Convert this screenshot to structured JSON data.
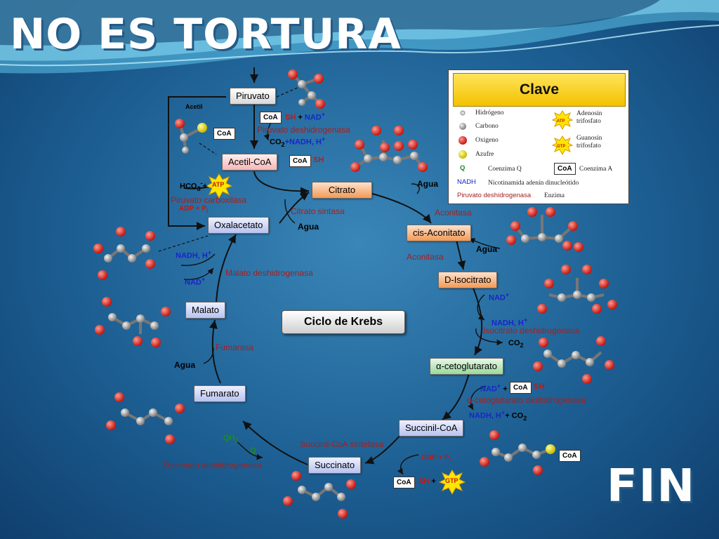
{
  "slide": {
    "title": "NO ES TORTURA",
    "end_text": "FIN"
  },
  "cycle": {
    "name": "Ciclo de Krebs",
    "metabolites": {
      "piruvato": "Piruvato",
      "acetil_coa": "Acetil-CoA",
      "citrato": "Citrato",
      "cis_aconitato": "cis-Aconitato",
      "d_isocitrato": "D-Isocitrato",
      "alfa_cetoglutarato": "α-cetoglutarato",
      "succinil_coa": "Succinil-CoA",
      "succinato": "Succinato",
      "fumarato": "Fumarato",
      "malato": "Malato",
      "oxalacetato": "Oxalacetato"
    },
    "enzymes": {
      "piruvato_deshidrogenasa": "Piruvato deshidrogenasa",
      "piruvato_carboxilasa": "Piruvato carboxilasa",
      "citrato_sintasa": "Citrato sintasa",
      "aconitasa_1": "Aconitasa",
      "aconitasa_2": "Aconitasa",
      "isocitrato_deshidrogenasa": "Isocitrato deshidrogenasa",
      "cetoglutarato_deshidrogenasa": "α-cetoglutarato deshidrogenasa",
      "succinil_coa_sintetasa": "Succinil-CoA sintetasa",
      "succinato_deshidrogenasa": "Succinato deshidrogenasa",
      "fumarasa": "Fumarasa",
      "malato_deshidrogenasa": "Malato deshidrogenasa"
    },
    "cofactors": {
      "acetil": "Acetil",
      "coa": "CoA",
      "sh_nad": "SH + NAD",
      "sh": "SH",
      "sh_plus": "SH +",
      "co2_nadh": "CO",
      "nadh_h": "+NADH, H",
      "hco3": "HCO",
      "plus": "+",
      "atp": "ATP",
      "gtp": "GTP",
      "adp_pi": "ADP + P",
      "agua": "Agua",
      "nad": "NAD",
      "nadh": "NADH, H",
      "co2": "CO",
      "gdp_pi": "GDP + P",
      "qh2": "QH",
      "q": "Q",
      "nadh_co2": "NADH, H",
      "nadh_co2_tail": "+ CO"
    }
  },
  "legend": {
    "title": "Clave",
    "items": {
      "hidrogeno": "Hidrógeno",
      "carbono": "Carbono",
      "oxigeno": "Oxigeno",
      "azufre": "Azufre",
      "q_symbol": "Q",
      "coenzima_q": "Coenzima Q",
      "nadh_symbol": "NADH",
      "nadh_desc": "Nicotinamida adenín dinucleótido",
      "enzyme_example": "Piruvato deshidrogenasa",
      "enzima": "Enzima",
      "atp_desc_1": "Adenosín",
      "atp_desc_2": "trifosfato",
      "gtp_desc_1": "Guanosín",
      "gtp_desc_2": "trifosfato",
      "coa_symbol": "CoA",
      "coenzima_a": "Coenzima A",
      "atp": "ATP",
      "gtp": "GTP"
    }
  },
  "colors": {
    "background": "#1d5f93",
    "enzyme_text": "#a3201f",
    "electron_carrier": "#1626c9",
    "oxygen_atom": "#d8231c",
    "carbon_atom": "#9a9a9a",
    "legend_header": "#f2c100"
  }
}
